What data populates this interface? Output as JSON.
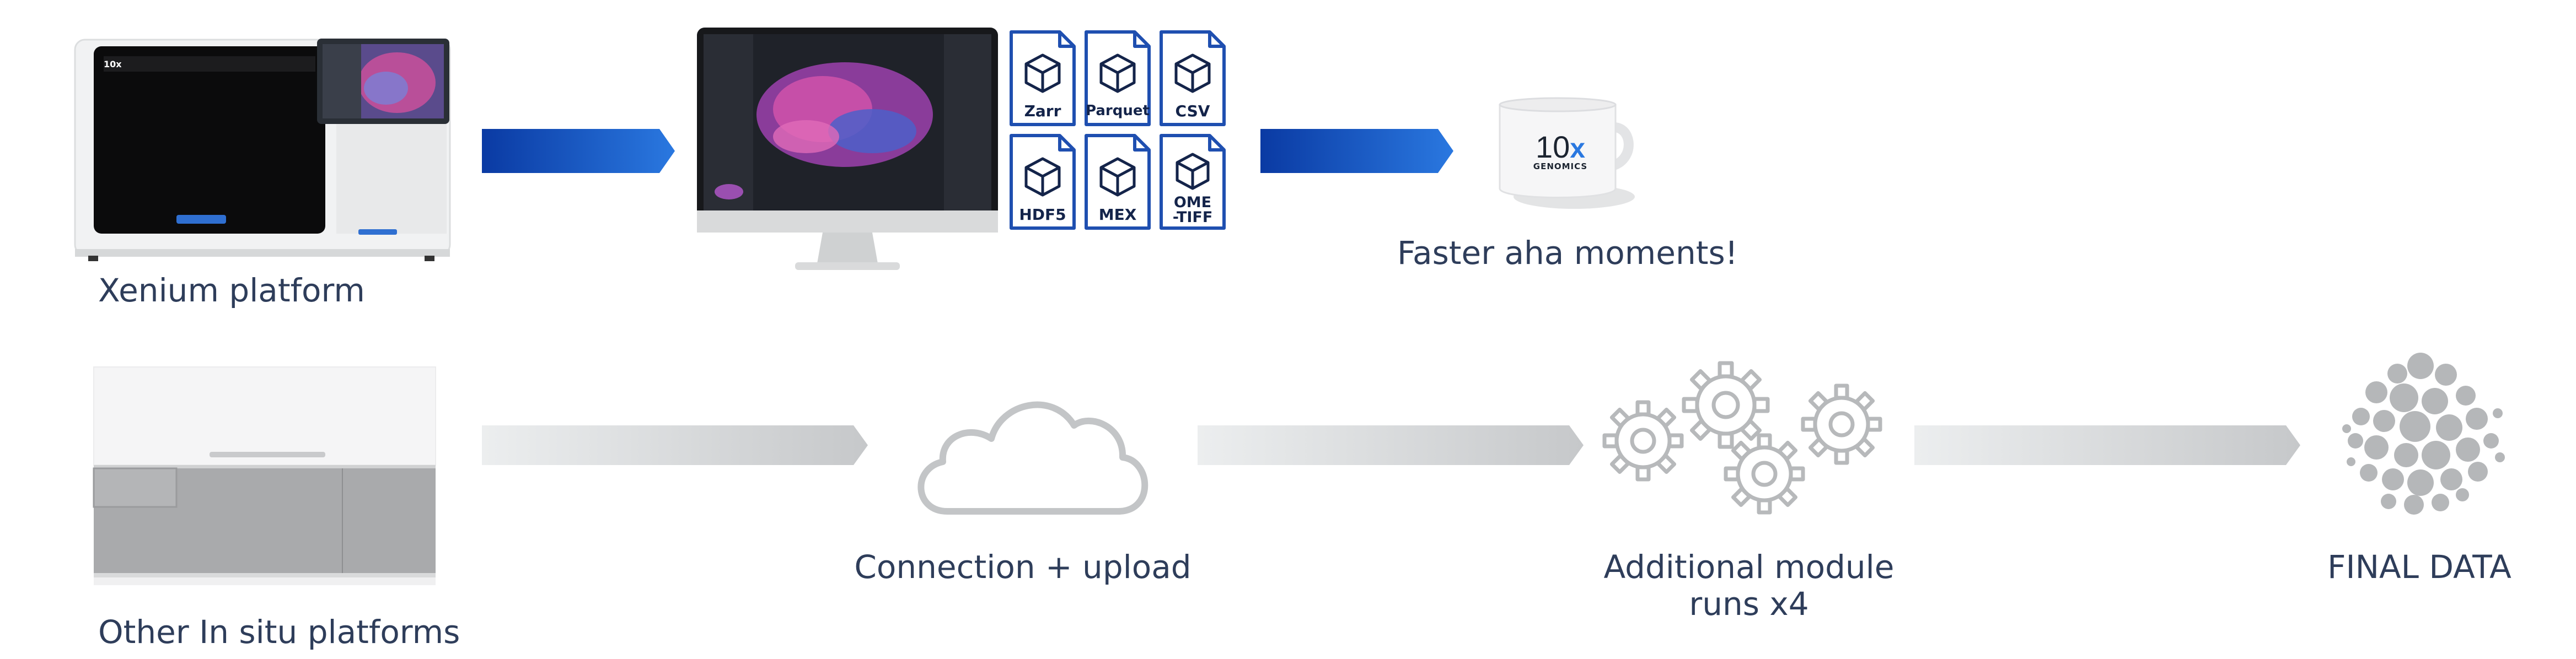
{
  "labels": {
    "xenium_platform": "Xenium platform",
    "faster_aha": "Faster aha moments!",
    "other_platforms": "Other In situ platforms",
    "connection_upload": "Connection + upload",
    "additional_module_line1": "Additional module",
    "additional_module_line2": "runs x4",
    "final_data": "FINAL DATA"
  },
  "file_formats": [
    {
      "label": "Zarr"
    },
    {
      "label": "Parquet"
    },
    {
      "label": "CSV"
    },
    {
      "label": "HDF5"
    },
    {
      "label": "MEX"
    },
    {
      "label": "OME\n-TIFF"
    }
  ],
  "brand": {
    "logo_number": "10",
    "logo_x": "x",
    "logo_company": "GENOMICS"
  },
  "colors": {
    "arrow_blue_dark": "#0a3aa3",
    "arrow_blue_light": "#2a78e0",
    "arrow_grey_light": "#eceeef",
    "arrow_grey_dark": "#c9cbcd",
    "file_border": "#1f4fb0",
    "icon_grey": "#b7b9bb"
  }
}
